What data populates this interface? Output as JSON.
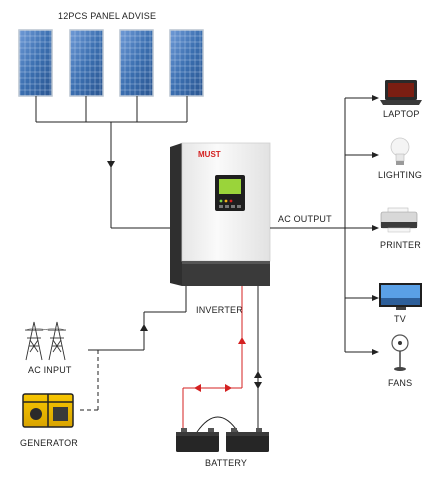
{
  "title": "12PCS PANEL ADVISE",
  "brand": "MUST",
  "labels": {
    "ac_output": "AC OUTPUT",
    "inverter": "INVERTER",
    "ac_input": "AC INPUT",
    "generator": "GENERATOR",
    "battery": "BATTERY"
  },
  "loads": [
    {
      "name": "LAPTOP",
      "icon": "laptop-icon"
    },
    {
      "name": "LIGHTING",
      "icon": "light-bulb-icon"
    },
    {
      "name": "PRINTER",
      "icon": "printer-icon"
    },
    {
      "name": "TV",
      "icon": "tv-icon"
    },
    {
      "name": "FANS",
      "icon": "fan-icon"
    }
  ],
  "panel_count_shown": 4,
  "colors": {
    "wire": "#222222",
    "battery_positive": "#d42020",
    "panel_blue": "#3b6fb0",
    "inverter_body": "#f2f2f2",
    "inverter_dark": "#3a3a3a",
    "lcd_green": "#9ad43a"
  }
}
